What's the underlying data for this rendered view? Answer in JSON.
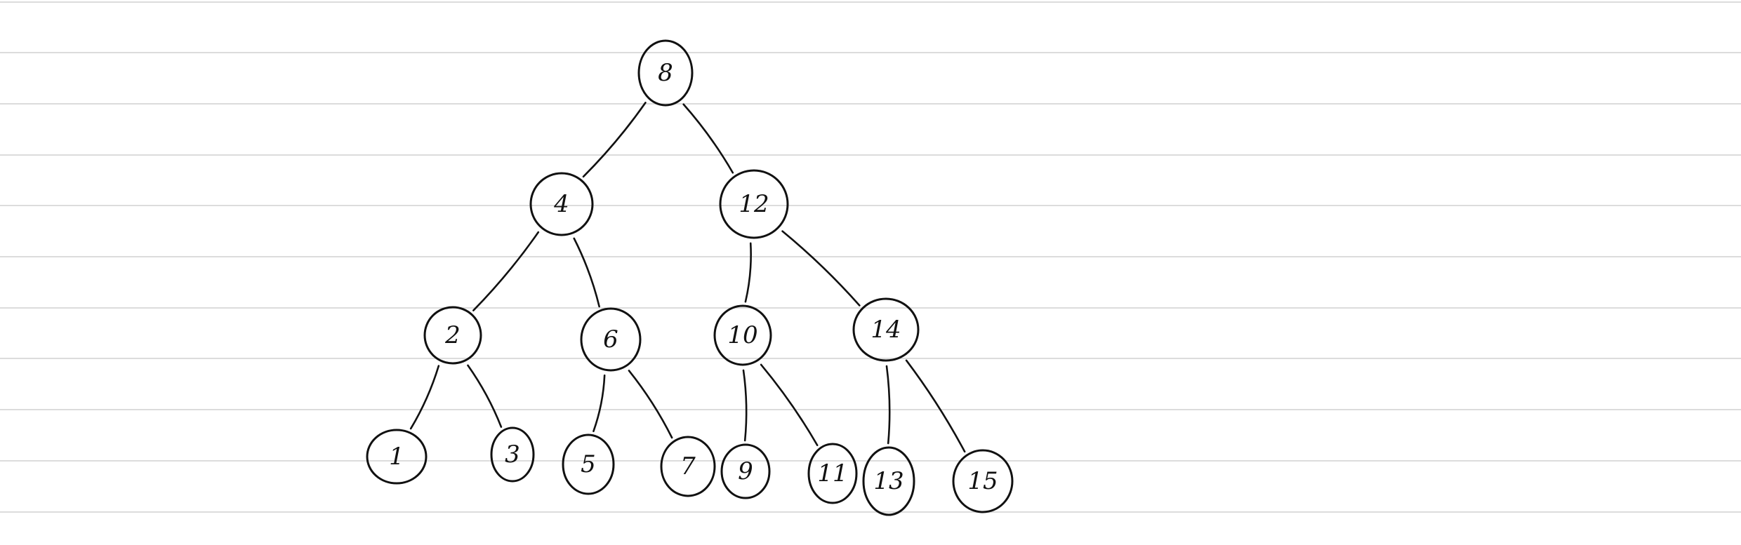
{
  "tree": {
    "root": {
      "value": "8",
      "left": {
        "value": "4",
        "left": {
          "value": "2",
          "left": {
            "value": "1"
          },
          "right": {
            "value": "3"
          }
        },
        "right": {
          "value": "6",
          "left": {
            "value": "5"
          },
          "right": {
            "value": "7"
          }
        }
      },
      "right": {
        "value": "12",
        "left": {
          "value": "10",
          "left": {
            "value": "9"
          },
          "right": {
            "value": "11"
          }
        },
        "right": {
          "value": "14",
          "left": {
            "value": "13"
          },
          "right": {
            "value": "15"
          }
        }
      }
    }
  },
  "colors": {
    "ink": "#111111",
    "ruled_line": "#dcdcdc",
    "background": "#ffffff"
  }
}
